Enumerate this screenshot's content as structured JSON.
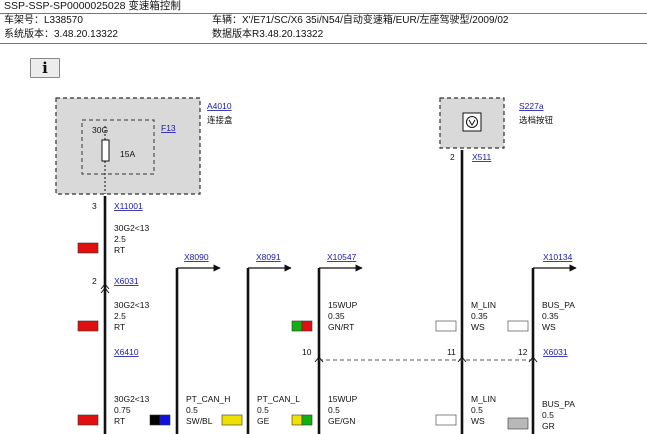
{
  "header": {
    "title": "SSP-SSP-SP0000025028 变速箱控制",
    "chassis": "车架号：L338570",
    "vehicle": "车辆：X'/E71/SC/X6 35i/N54/自动变速箱/EUR/左座驾驶型/2009/02",
    "system_version": "系统版本：3.48.20.13322",
    "data_version": "数据版本R3.48.20.13322"
  },
  "info_button": "i",
  "components": {
    "a4010": {
      "id": "A4010",
      "name": "连接盒"
    },
    "f13": {
      "id": "F13",
      "pin": "30G",
      "rating": "15A"
    },
    "s227a": {
      "id": "S227a",
      "name": "选档按钮"
    }
  },
  "connectors": {
    "x11001": {
      "id": "X11001",
      "pin": "3"
    },
    "x6031_top": {
      "id": "X6031",
      "pin": "2"
    },
    "x6410": {
      "id": "X6410"
    },
    "x511": {
      "id": "X511",
      "pin": "2"
    },
    "x8090": {
      "id": "X8090"
    },
    "x8091": {
      "id": "X8091"
    },
    "x10547": {
      "id": "X10547"
    },
    "x10134": {
      "id": "X10134"
    },
    "x6031_bus": {
      "id": "X6031",
      "pins": [
        "10",
        "11",
        "12"
      ]
    }
  },
  "wires": {
    "w1": {
      "circuit": "30G2<13",
      "size": "2.5",
      "color_code": "RT"
    },
    "w2": {
      "circuit": "30G2<13",
      "size": "2.5",
      "color_code": "RT"
    },
    "w3": {
      "circuit": "30G2<13",
      "size": "0.75",
      "color_code": "RT"
    },
    "w4": {
      "circuit": "15WUP",
      "size": "0.35",
      "color_code": "GN/RT"
    },
    "w5": {
      "circuit": "M_LIN",
      "size": "0.35",
      "color_code": "WS"
    },
    "w6": {
      "circuit": "BUS_PA",
      "size": "0.35",
      "color_code": "WS"
    },
    "w7": {
      "circuit": "PT_CAN_H",
      "size": "0.5",
      "color_code": "SW/BL"
    },
    "w8": {
      "circuit": "PT_CAN_L",
      "size": "0.5",
      "color_code": "GE"
    },
    "w9": {
      "circuit": "15WUP",
      "size": "0.5",
      "color_code": "GE/GN"
    },
    "w10": {
      "circuit": "M_LIN",
      "size": "0.5",
      "color_code": "WS"
    },
    "w11": {
      "circuit": "BUS_PA",
      "size": "0.5",
      "color_code": "GR"
    }
  },
  "swatch_colors": {
    "red": "#e01010",
    "black": "#000000",
    "blue": "#1010e0",
    "yellow": "#f0e000",
    "green": "#10b010",
    "white": "#ffffff",
    "gray": "#b8b8b8",
    "box_fill": "#d9d9d9"
  }
}
